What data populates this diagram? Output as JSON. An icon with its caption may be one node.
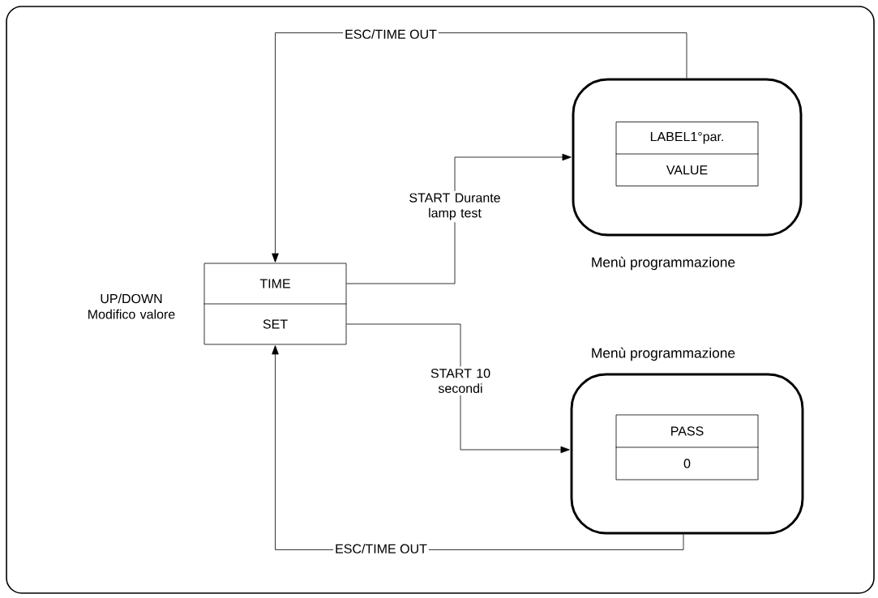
{
  "diagram": {
    "nodes": [
      {
        "text": [
          "TIME",
          "SET"
        ],
        "beside": [
          "UP/DOWN Modifico valore"
        ]
      },
      {
        "text": [
          "Menù programmazione"
        ]
      },
      {
        "text": [
          "LABEL1°par.",
          "VALUE"
        ],
        "in": 1
      },
      {
        "text": [
          "Menù programmazione"
        ]
      },
      {
        "text": [
          "PASS",
          "0"
        ],
        "in": 3
      }
    ],
    "edges": [
      {
        "from": 1,
        "to": 0,
        "arrow": "to",
        "label": "ESC/TIME OUT"
      },
      {
        "from": 0,
        "to": 1,
        "arrow": "to",
        "label": "START Durante lamp test"
      },
      {
        "from": 0,
        "to": 3,
        "arrow": "to",
        "label": "START 10 secondi"
      },
      {
        "from": 3,
        "to": 0,
        "arrow": "to",
        "label": "ESC/TIME OUT"
      }
    ]
  }
}
